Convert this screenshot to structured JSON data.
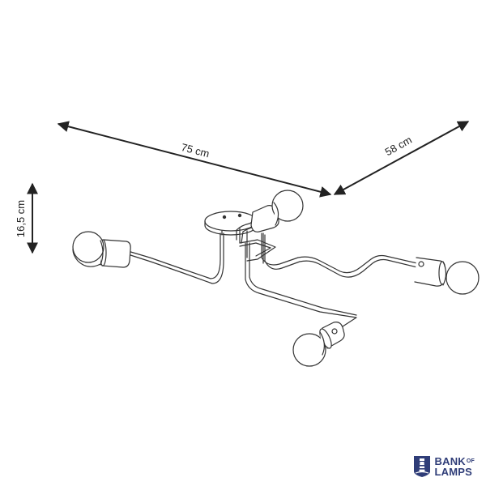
{
  "dimensions": {
    "width_label": "75 cm",
    "depth_label": "58 cm",
    "height_label": "16,5 cm"
  },
  "logo": {
    "line1": "BANK",
    "line1_small": "OF",
    "line2": "LAMPS",
    "color": "#2f3d78"
  },
  "colors": {
    "line": "#222222",
    "text": "#222222"
  }
}
